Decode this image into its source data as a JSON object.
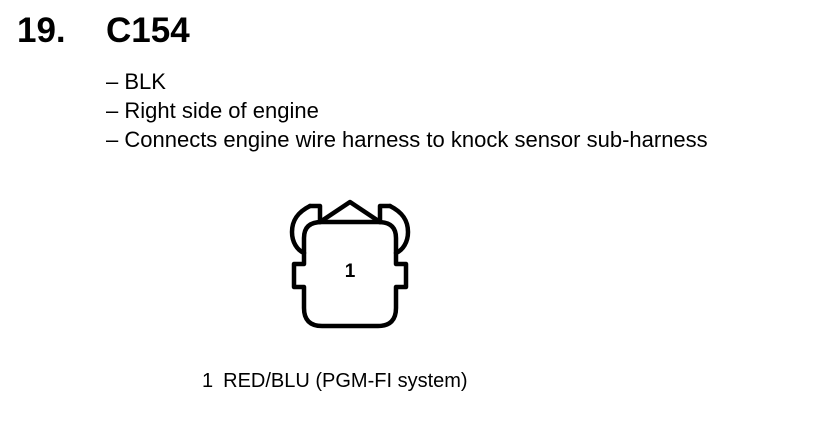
{
  "header": {
    "number": "19.",
    "code": "C154"
  },
  "details": [
    "BLK",
    "Right side of engine",
    "Connects engine wire harness to knock sensor sub-harness"
  ],
  "connector": {
    "pin_label": "1"
  },
  "pins": [
    {
      "number": "1",
      "description": "RED/BLU (PGM-FI system)"
    }
  ]
}
